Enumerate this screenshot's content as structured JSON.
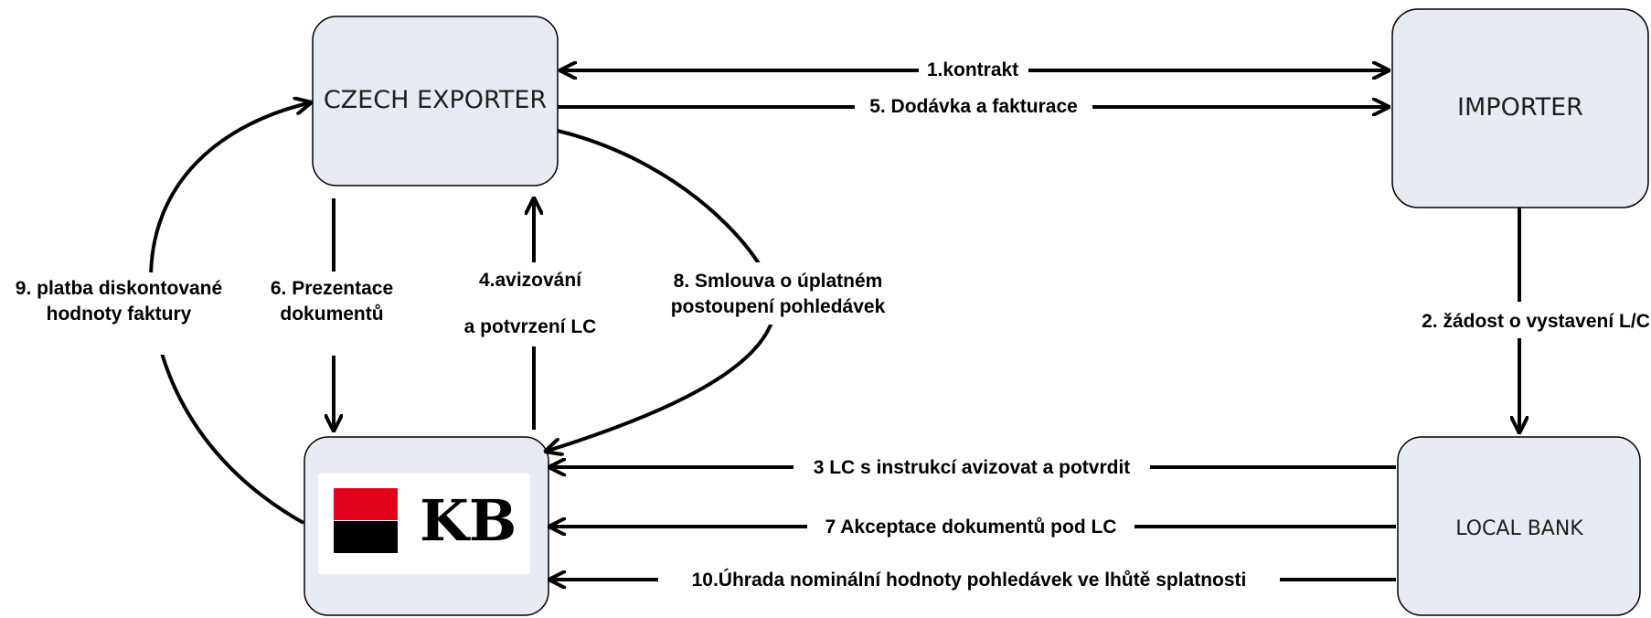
{
  "diagram": {
    "nodes": {
      "exporter": "CZECH EXPORTER",
      "importer": "IMPORTER",
      "local_bank": "LOCAL BANK",
      "kb_logo": "KB"
    },
    "flows": {
      "f1": "1.kontrakt",
      "f5": "5. Dodávka a fakturace",
      "f2": "2. žádost o vystavení L/C",
      "f3": "3 LC s instrukcí avizovat a potvrdit",
      "f7": "7 Akceptace dokumentů pod LC",
      "f10": "10.Úhrada nominální hodnoty pohledávek ve lhůtě splatnosti",
      "f6_line1": "6. Prezentace",
      "f6_line2": "dokumentů",
      "f4_line1": "4.avizování",
      "f4_line2": "a potvrzení LC",
      "f8_line1": "8. Smlouva o úplatném",
      "f8_line2": "postoupení pohledávek",
      "f9_line1": "9. platba diskontované",
      "f9_line2": "hodnoty faktury"
    },
    "colors": {
      "box_fill": "#e7ebf4",
      "box_stroke": "#000000",
      "kb_red": "#e2001a",
      "kb_black": "#000000"
    }
  }
}
